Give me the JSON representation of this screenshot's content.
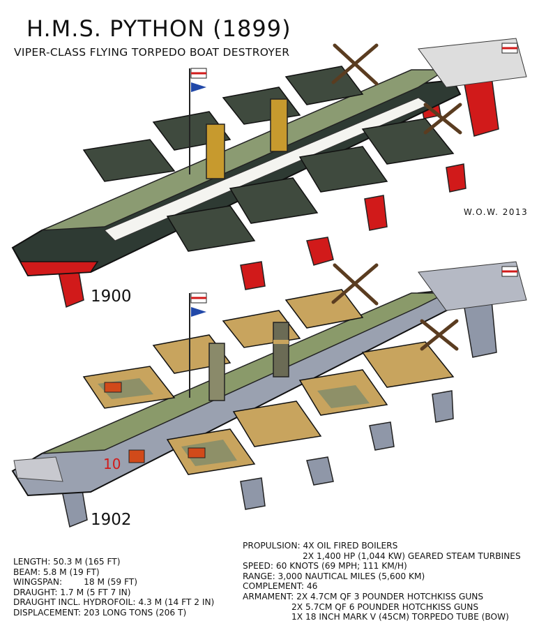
{
  "title": "H.M.S. PYTHON (1899)",
  "subtitle": "VIPER-CLASS FLYING TORPEDO BOAT DESTROYER",
  "credit": "W.O.W. 2013",
  "hull_number": "10",
  "versions": [
    {
      "year": "1900",
      "scheme": "dark green deck, black hull, red hydrofoils"
    },
    {
      "year": "1902",
      "scheme": "camouflage tan, grey and green"
    }
  ],
  "colors": {
    "hull_dark": "#2e3a33",
    "hull_red": "#d11a1a",
    "deck_green": "#8b9b72",
    "wing_green": "#3f4a3e",
    "funnel_yellow": "#c79a2e",
    "camo_tan": "#c8a45e",
    "camo_grey": "#8f97a8",
    "camo_green": "#8a9a6a"
  },
  "stats_left": [
    "LENGTH: 50.3 M (165 FT)",
    "BEAM: 5.8 M (19 FT)",
    "WINGSPAN:        18 M (59 FT)",
    "DRAUGHT: 1.7 M (5 FT 7 IN)",
    "DRAUGHT INCL. HYDROFOIL: 4.3 M (14 FT 2 IN)",
    "DISPLACEMENT: 203 LONG TONS (206 T)"
  ],
  "stats_right": {
    "propulsion_1": "PROPULSION: 4X OIL FIRED BOILERS",
    "propulsion_2": "2X 1,400 HP (1,044 KW) GEARED STEAM TURBINES",
    "speed": "SPEED: 60 KNOTS (69 MPH; 111 KM/H)",
    "range": "RANGE: 3,000 NAUTICAL MILES (5,600 KM)",
    "complement": "COMPLEMENT: 46",
    "armament_1": "ARMAMENT: 2X 4.7CM QF 3 POUNDER HOTCHKISS GUNS",
    "armament_2": "2X 5.7CM QF 6 POUNDER HOTCHKISS GUNS",
    "armament_3": "1X 18 INCH MARK V (45CM) TORPEDO TUBE (BOW)"
  }
}
